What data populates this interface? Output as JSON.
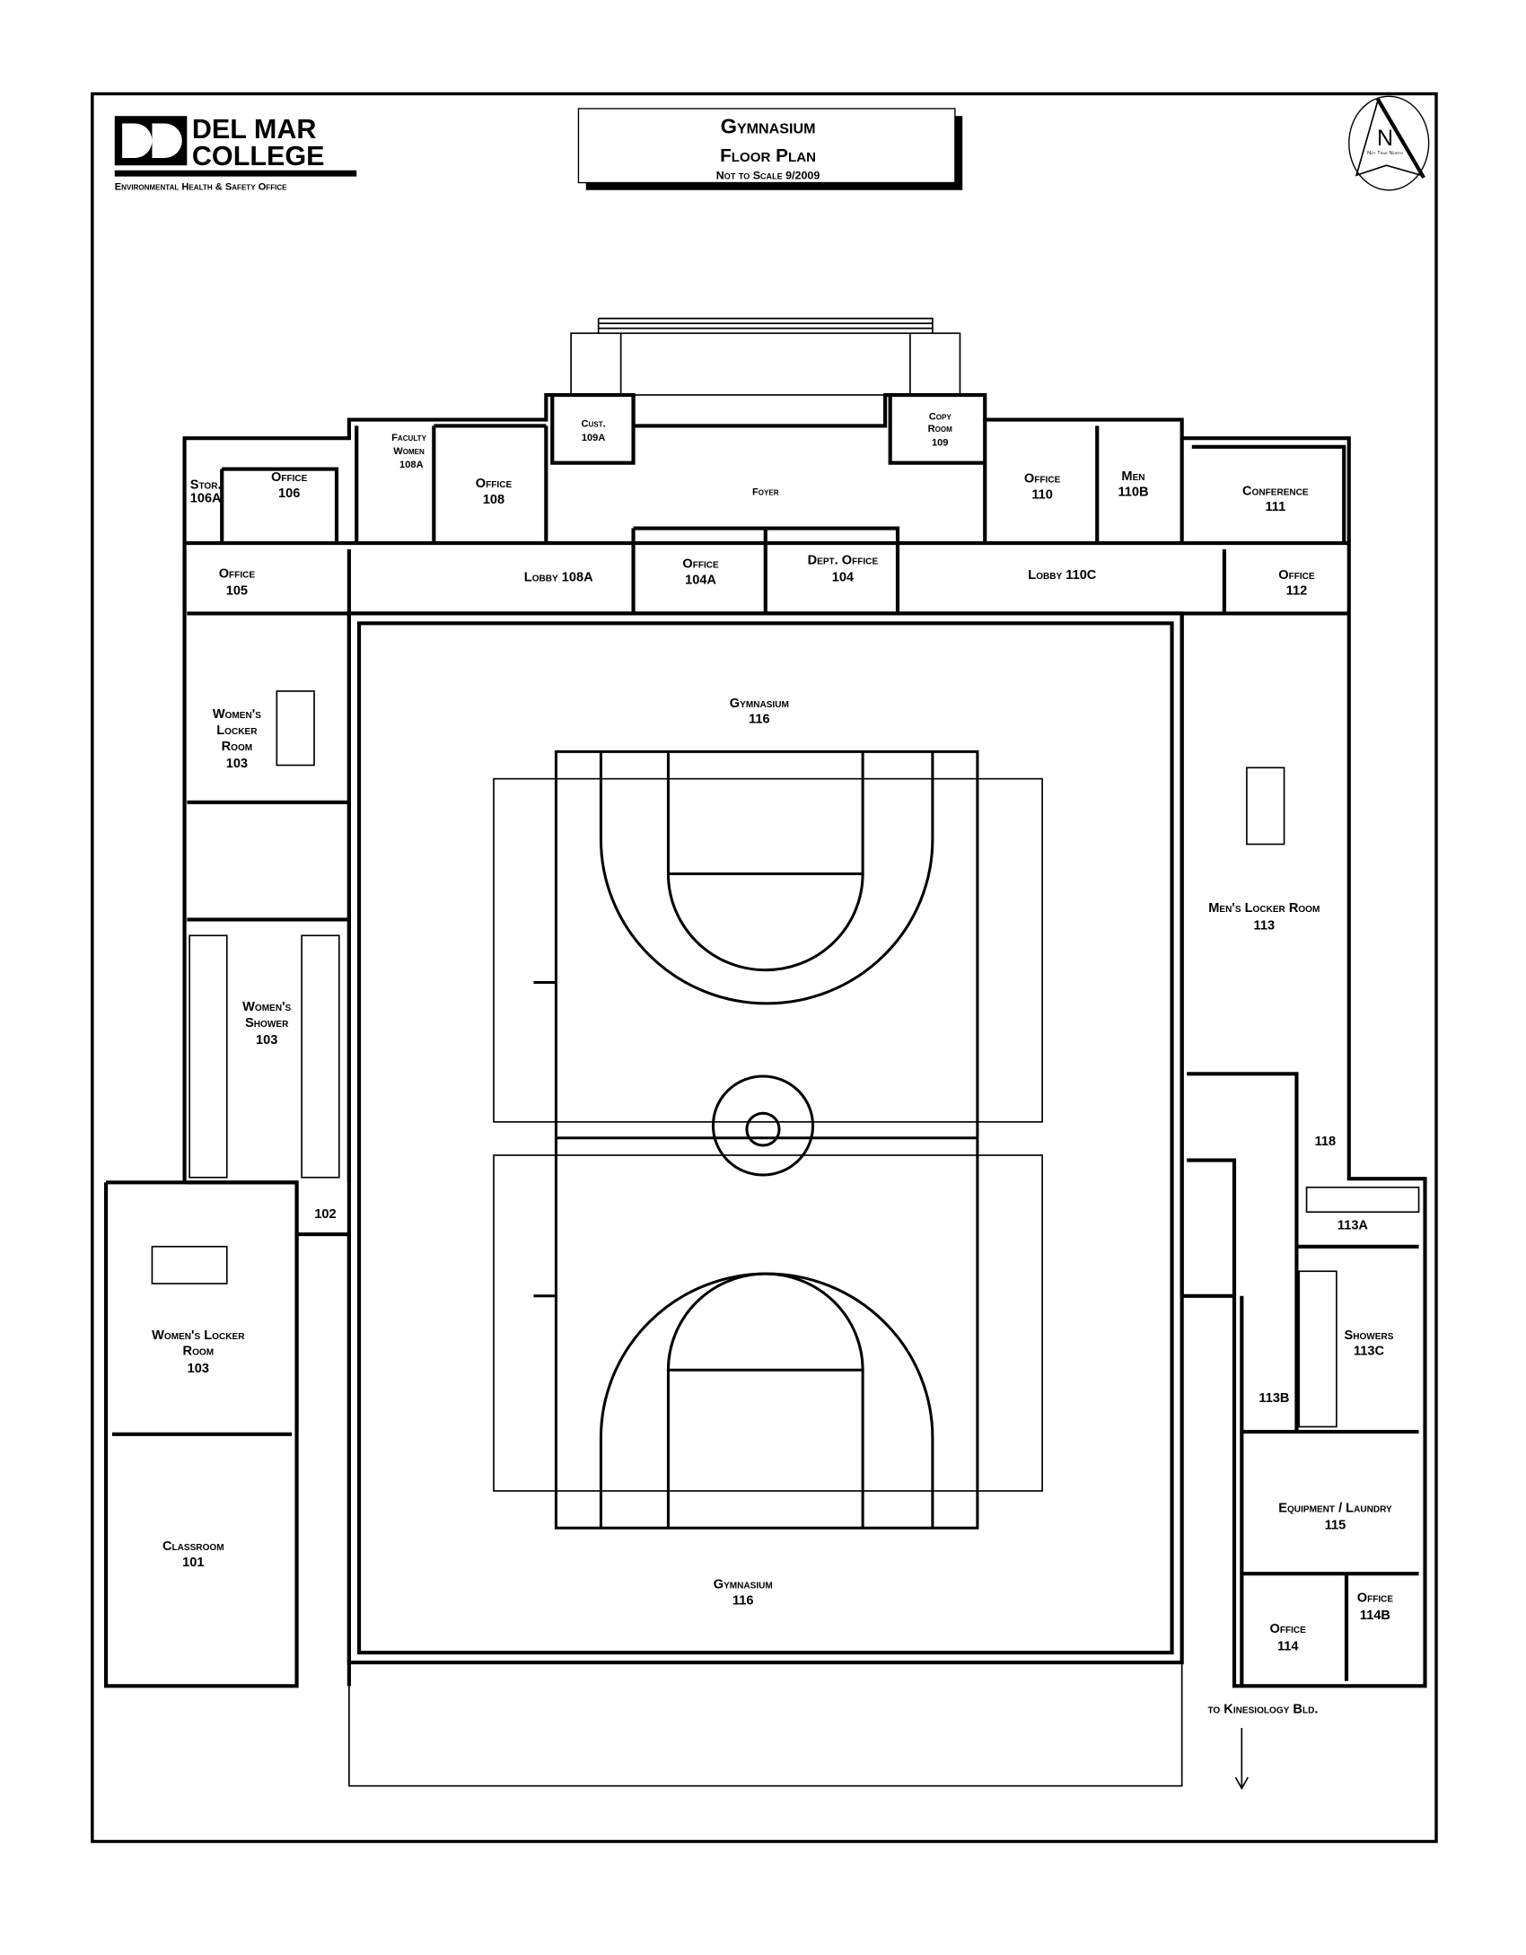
{
  "header": {
    "logo": {
      "line1": "DEL MAR",
      "line2": "COLLEGE",
      "office": "Environmental Health & Safety Office"
    },
    "title": {
      "line1": "Gymnasium",
      "line2": "Floor Plan",
      "line3": "Not to Scale 9/2009"
    },
    "north_arrow": {
      "letter": "N",
      "caption": "Not True North",
      "icon": "north-arrow-icon"
    }
  },
  "rooms": {
    "stor_106a": {
      "name": "Stor.",
      "number": "106A"
    },
    "office_106": {
      "name": "Office",
      "number": "106"
    },
    "faculty_women_108a": {
      "name1": "Faculty",
      "name2": "Women",
      "number": "108A"
    },
    "office_108": {
      "name": "Office",
      "number": "108"
    },
    "cust_109a": {
      "name": "Cust.",
      "number": "109A"
    },
    "foyer": {
      "name": "Foyer"
    },
    "copy_room_109": {
      "name1": "Copy",
      "name2": "Room",
      "number": "109"
    },
    "office_110": {
      "name": "Office",
      "number": "110"
    },
    "men_110b": {
      "name": "Men",
      "number": "110B"
    },
    "conference_111": {
      "name": "Conference",
      "number": "111"
    },
    "office_105": {
      "name": "Office",
      "number": "105"
    },
    "lobby_108a": {
      "name": "Lobby 108A"
    },
    "office_104a": {
      "name": "Office",
      "number": "104A"
    },
    "dept_office_104": {
      "name": "Dept. Office",
      "number": "104"
    },
    "lobby_110c": {
      "name": "Lobby 110C"
    },
    "office_112": {
      "name": "Office",
      "number": "112"
    },
    "gym_north": {
      "name": "Gymnasium",
      "number": "116"
    },
    "womens_locker_103_north": {
      "name1": "Women's",
      "name2": "Locker",
      "name3": "Room",
      "number": "103"
    },
    "mens_locker_113": {
      "name": "Men's Locker Room",
      "number": "113"
    },
    "womens_shower_103": {
      "name1": "Women's",
      "name2": "Shower",
      "number": "103"
    },
    "room_118": {
      "number": "118"
    },
    "room_102": {
      "number": "102"
    },
    "room_113a": {
      "number": "113A"
    },
    "womens_locker_103_south": {
      "name1": "Women's Locker",
      "name2": "Room",
      "number": "103"
    },
    "showers_113c": {
      "name": "Showers",
      "number": "113C"
    },
    "room_113b": {
      "number": "113B"
    },
    "equipment_115": {
      "name": "Equipment / Laundry",
      "number": "115"
    },
    "classroom_101": {
      "name": "Classroom",
      "number": "101"
    },
    "gym_south": {
      "name": "Gymnasium",
      "number": "116"
    },
    "office_114b": {
      "name": "Office",
      "number": "114B"
    },
    "office_114": {
      "name": "Office",
      "number": "114"
    }
  },
  "directions": {
    "kinesiology": "to Kinesiology Bld."
  }
}
